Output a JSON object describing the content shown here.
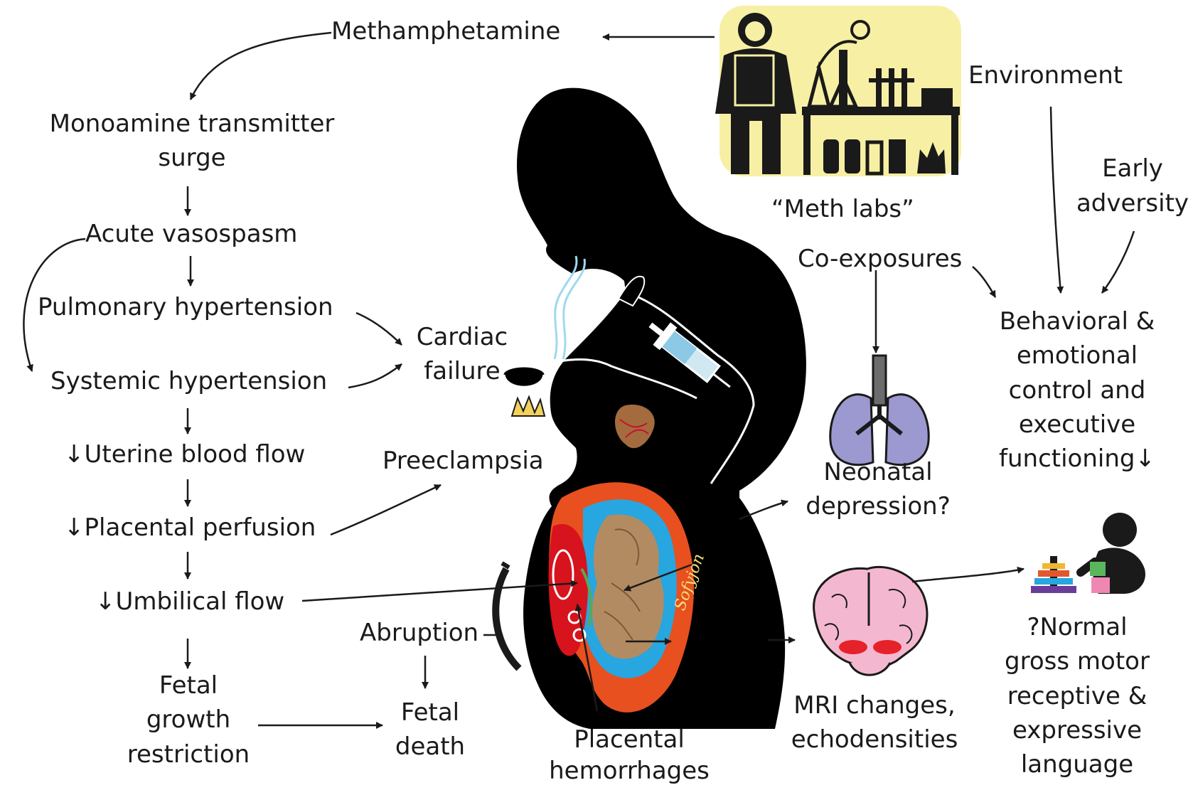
{
  "colors": {
    "background": "#ffffff",
    "silhouette": "#000000",
    "lab_panel": "#f7f0a4",
    "uterus_wall": "#e8501f",
    "amniotic_fluid": "#27a6e0",
    "fetus": "#b38b62",
    "placenta": "#d7131e",
    "lung": "#9c98d0",
    "brain": "#f3b8cf",
    "brain_lesion": "#e5222a"
  },
  "icons": {
    "pregnant_woman": "pregnant-silhouette",
    "meth_lab": "chemist-and-lab-bench",
    "syringe": "syringe-icon",
    "smoking_pipe": "pipe-icon",
    "crystals": "crystal-icon",
    "heart": "heart-icon",
    "lungs": "lungs-icon",
    "brain": "brain-section-icon",
    "toddler": "toddler-with-stacking-toy-icon"
  },
  "left_cascade": {
    "methamphetamine": "Methamphetamine",
    "monoamine": "Monoamine transmitter\nsurge",
    "vasospasm": "Acute vasospasm",
    "pulmonary": "Pulmonary hypertension",
    "systemic": "Systemic hypertension",
    "uterine": "↓Uterine blood flow",
    "placental_perfusion": "↓Placental perfusion",
    "umbilical": "↓Umbilical flow",
    "fgr": "Fetal\ngrowth\nrestriction"
  },
  "middle": {
    "cardiac_failure": "Cardiac\nfailure",
    "preeclampsia": "Preeclampsia",
    "abruption": "Abruption",
    "fetal_death": "Fetal\ndeath",
    "placental_hemorrhages": "Placental\nhemorrhages"
  },
  "right": {
    "meth_labs": "“Meth labs”",
    "environment": "Environment",
    "early_adversity": "Early\nadversity",
    "co_exposures": "Co-exposures",
    "behavioral": "Behavioral &\nemotional\ncontrol and\nexecutive\nfunctioning↓",
    "neonatal": "Neonatal\ndepression?",
    "mri": "MRI changes,\nechodensities",
    "language": "?Normal\ngross motor\nreceptive &\nexpressive\nlanguage"
  },
  "fetus_label": "Sofyjon"
}
